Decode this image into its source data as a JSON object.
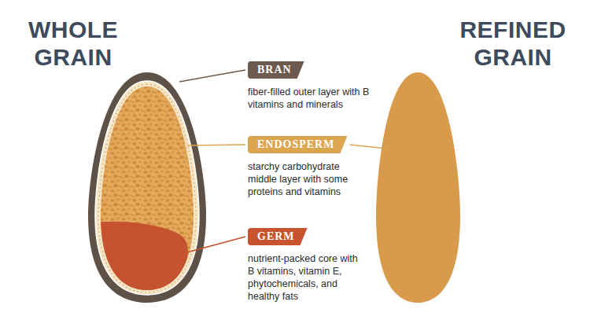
{
  "diagram": {
    "nodes": [
      {
        "text": [
          "BRAN",
          "fiber-filled outer layer with B vitamins and minerals"
        ]
      },
      {
        "text": [
          "ENDOSPERM",
          "starchy carbohydrate middle layer with some proteins and vitamins"
        ]
      },
      {
        "text": [
          "GERM",
          "nutrient-packed core with B vitamins, vitamin E, phytochemicals, and healthy fats"
        ]
      }
    ],
    "labels": [
      "WHOLE GRAIN",
      "REFINED GRAIN"
    ]
  }
}
